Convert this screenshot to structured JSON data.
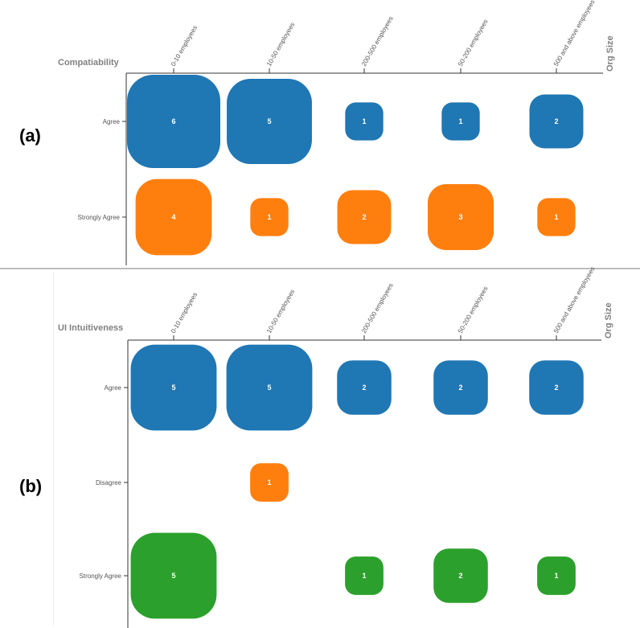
{
  "chart_data": [
    {
      "type": "bubble",
      "panel_label": "(a)",
      "title": "Compatiability",
      "x_axis_label": "Org Size",
      "categories": [
        "0-10 employees",
        "10-50 employees",
        "200-500 employees",
        "50-200 employees",
        "500 and above employees"
      ],
      "rows": [
        "Agree",
        "Strongly Agree"
      ],
      "series": [
        {
          "name": "Agree",
          "color": "#1f77b4",
          "values": [
            6,
            5,
            1,
            1,
            2
          ]
        },
        {
          "name": "Strongly Agree",
          "color": "#ff7f0e",
          "values": [
            4,
            1,
            2,
            3,
            1
          ]
        }
      ]
    },
    {
      "type": "bubble",
      "panel_label": "(b)",
      "title": "UI Intuitiveness",
      "x_axis_label": "Org Size",
      "categories": [
        "0-10 employees",
        "10-50 employees",
        "200-500 employees",
        "50-200 employees",
        "500 and above employees"
      ],
      "rows": [
        "Agree",
        "Disagree",
        "Strongly Agree"
      ],
      "series": [
        {
          "name": "Agree",
          "color": "#1f77b4",
          "values": [
            5,
            5,
            2,
            2,
            2
          ]
        },
        {
          "name": "Disagree",
          "color": "#ff7f0e",
          "values": [
            null,
            1,
            null,
            null,
            null
          ]
        },
        {
          "name": "Strongly Agree",
          "color": "#2ca02c",
          "values": [
            5,
            null,
            1,
            2,
            1
          ]
        }
      ]
    }
  ]
}
